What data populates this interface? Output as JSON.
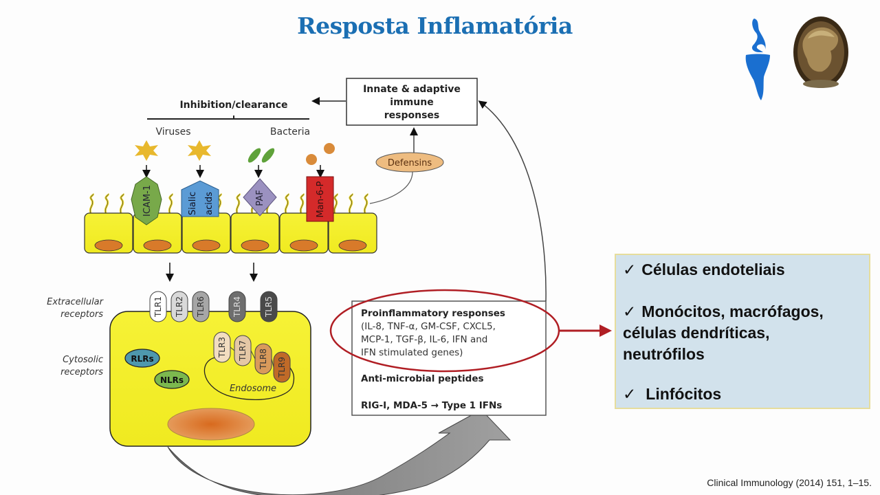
{
  "slide": {
    "title": "Resposta Inflamatória",
    "citation": "Clinical Immunology  (2014) 151, 1–15.",
    "logos": [
      "institute-logo",
      "university-seal"
    ]
  },
  "diagram": {
    "inhibition_label": "Inhibition/clearance",
    "pathogen_groups": [
      "Viruses",
      "Bacteria"
    ],
    "immune_box": [
      "Innate & adaptive",
      "immune",
      "responses"
    ],
    "defensins": "Defensins",
    "surface_molecules": [
      {
        "label": "ICAM-1",
        "color": "#78a94a"
      },
      {
        "label": "Sialic acids",
        "lines": [
          "Sialic",
          "acids"
        ],
        "color": "#5b9bd5"
      },
      {
        "label": "PAF",
        "color": "#9b91c0"
      },
      {
        "label": "Man-6-P",
        "color": "#d42a2a"
      }
    ],
    "receptor_side_labels": {
      "extracellular": [
        "Extracellular",
        "receptors"
      ],
      "cytosolic": [
        "Cytosolic",
        "receptors"
      ]
    },
    "extracellular_tlrs": [
      {
        "label": "TLR1",
        "color": "#ffffff"
      },
      {
        "label": "TLR2",
        "color": "#d9d9d9"
      },
      {
        "label": "TLR6",
        "color": "#a6a6a6"
      },
      {
        "label": "TLR4",
        "color": "#6e6e6e"
      },
      {
        "label": "TLR5",
        "color": "#4a4a4a"
      }
    ],
    "endosomal_tlrs": [
      {
        "label": "TLR3",
        "color": "#f2ddc0"
      },
      {
        "label": "TLR7",
        "color": "#e5c8a6"
      },
      {
        "label": "TLR8",
        "color": "#d99a5b"
      },
      {
        "label": "TLR9",
        "color": "#c06a28"
      }
    ],
    "cytosolic_receptors": [
      {
        "label": "RLRs",
        "color": "#4e98ad"
      },
      {
        "label": "NLRs",
        "color": "#7cb84e"
      }
    ],
    "endosome_label": "Endosome",
    "response_box": {
      "heading": "Proinflammatory responses",
      "lines": [
        "(IL-8, TNF-α, GM-CSF, CXCL5,",
        "MCP-1, TGF-β, IL-6, IFN and",
        "IFN stimulated genes)"
      ],
      "peptides": "Anti-microbial peptides",
      "rig": "RIG-I, MDA-5 → Type 1 IFNs"
    },
    "highlight_color": "#b01e24"
  },
  "info_box": {
    "items": [
      {
        "check": "✓",
        "text": "Células endoteliais"
      },
      {
        "check": "✓",
        "text": "Monócitos, macrófagos,",
        "continuation": [
          "células dendríticas,",
          "neutrófilos"
        ]
      },
      {
        "check": "✓",
        "text": "Linfócitos"
      }
    ]
  }
}
